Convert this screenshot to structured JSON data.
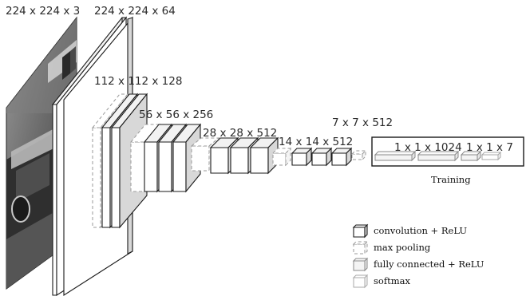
{
  "diagram": {
    "dimension_labels": {
      "input": "224 x 224 x 3",
      "block1": "224 x 224 x 64",
      "block2": "112 x 112 x 128",
      "block3": "56 x 56 x 256",
      "block4": "28 x 28 x 512",
      "block5": "14 x 14 x 512",
      "pool5": "7 x 7 x 512",
      "fc": "1 x 1 x 1024",
      "softmax": "1 x 1 x 7"
    },
    "training_label": "Training"
  },
  "legend": {
    "items": [
      {
        "label": "convolution + ReLU",
        "icon": "conv-block-icon"
      },
      {
        "label": "max pooling",
        "icon": "pool-block-icon"
      },
      {
        "label": "fully connected + ReLU",
        "icon": "fc-block-icon"
      },
      {
        "label": "softmax",
        "icon": "softmax-block-icon"
      }
    ]
  }
}
